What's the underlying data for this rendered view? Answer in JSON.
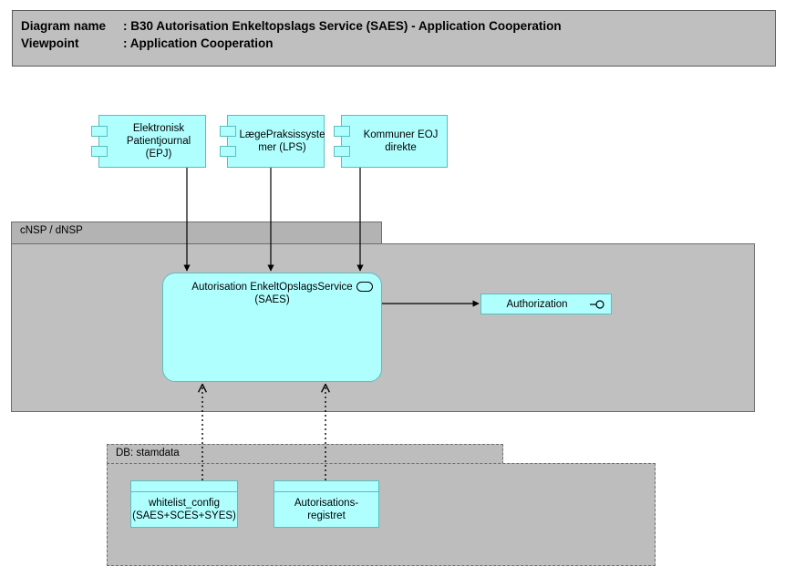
{
  "header": {
    "line1_label": "Diagram name",
    "line1_value": ": B30 Autorisation Enkeltopslags Service (SAES) - Application Cooperation",
    "line2_label": "Viewpoint",
    "line2_value": ": Application Cooperation"
  },
  "colors": {
    "element_fill": "#b0ffff",
    "element_border": "#5bbdbd",
    "group_fill": "#c0c0c0",
    "group_header_fill": "#b3b3b3",
    "group_border": "#6e6e6e",
    "title_fill": "#bfbfbf",
    "connector": "#000000"
  },
  "components": [
    {
      "name": "epj",
      "label": "Elektronisk\nPatientjournal\n(EPJ)"
    },
    {
      "name": "lps",
      "label": "LægePraksissyste\nmer (LPS)"
    },
    {
      "name": "kommuner",
      "label": "Kommuner EOJ\ndirekte"
    }
  ],
  "groups": {
    "cnsp": {
      "label": "cNSP / dNSP"
    },
    "stamdata": {
      "label": "DB: stamdata"
    }
  },
  "service": {
    "label": "Autorisation EnkeltOpslagsService\n(SAES)",
    "icon": "application-service-icon"
  },
  "interface": {
    "label": "Authorization",
    "icon": "lollipop-interface-icon"
  },
  "db_tables": [
    {
      "name": "whitelist-config",
      "label": "whitelist_config\n(SAES+SCES+SYES)"
    },
    {
      "name": "autorisationsregistret",
      "label": "Autorisations-\nregistret"
    }
  ],
  "connections": [
    {
      "from": "epj",
      "to": "saes",
      "style": "solid",
      "arrow": "filled"
    },
    {
      "from": "lps",
      "to": "saes",
      "style": "solid",
      "arrow": "filled"
    },
    {
      "from": "kommuner",
      "to": "saes",
      "style": "solid",
      "arrow": "filled"
    },
    {
      "from": "saes",
      "to": "authorization",
      "style": "solid",
      "arrow": "filled"
    },
    {
      "from": "whitelist-config",
      "to": "saes",
      "style": "dotted",
      "arrow": "open"
    },
    {
      "from": "autorisationsregistret",
      "to": "saes",
      "style": "dotted",
      "arrow": "open"
    }
  ]
}
